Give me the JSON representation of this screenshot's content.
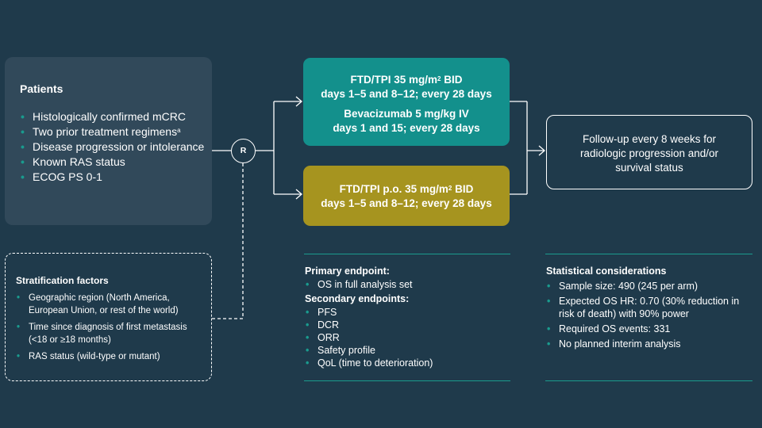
{
  "patients": {
    "title": "Patients",
    "items": [
      "Histologically confirmed mCRC",
      "Two prior treatment regimens",
      "Disease progression or intolerance",
      "Known RAS status",
      "ECOG PS 0-1"
    ],
    "item2_superscript": "a"
  },
  "randomization": {
    "label": "R"
  },
  "arm1": {
    "line1_pre": "FTD/TPI 35 mg/m",
    "line1_sup": "2",
    "line1_post": " BID",
    "line2": "days 1–5 and 8–12; every 28 days",
    "line3": "Bevacizumab 5 mg/kg IV",
    "line4": "days 1 and 15; every 28 days"
  },
  "arm2": {
    "line1_pre": "FTD/TPI p.o. 35 mg/m",
    "line1_sup": "2",
    "line1_post": " BID",
    "line2": "days 1–5 and 8–12; every 28 days"
  },
  "followup": {
    "lines": [
      "Follow-up every 8 weeks for",
      "radiologic progression and/or",
      "survival status"
    ]
  },
  "stratification": {
    "title": "Stratification factors",
    "items": [
      "Geographic region (North America, European Union, or rest of the world)",
      "Time since diagnosis of first metastasis (<18 or ≥18 months)",
      "RAS status (wild-type or mutant)"
    ]
  },
  "endpoints": {
    "primary_title": "Primary endpoint:",
    "primary_items": [
      "OS in full analysis set"
    ],
    "secondary_title": "Secondary endpoints:",
    "secondary_items": [
      "PFS",
      "DCR",
      "ORR",
      "Safety profile",
      "QoL (time to deterioration)"
    ]
  },
  "statistics": {
    "title": "Statistical considerations",
    "items": [
      "Sample size: 490 (245 per arm)",
      "Expected OS HR: 0.70 (30% reduction in risk of death) with 90% power",
      "Required OS events: 331",
      "No planned interim analysis"
    ]
  },
  "colors": {
    "background": "#1f3a4b",
    "patients_box": "#31495a",
    "arm1": "#13908c",
    "arm2": "#a6941f",
    "bullet_accent": "#1a9b8e"
  }
}
